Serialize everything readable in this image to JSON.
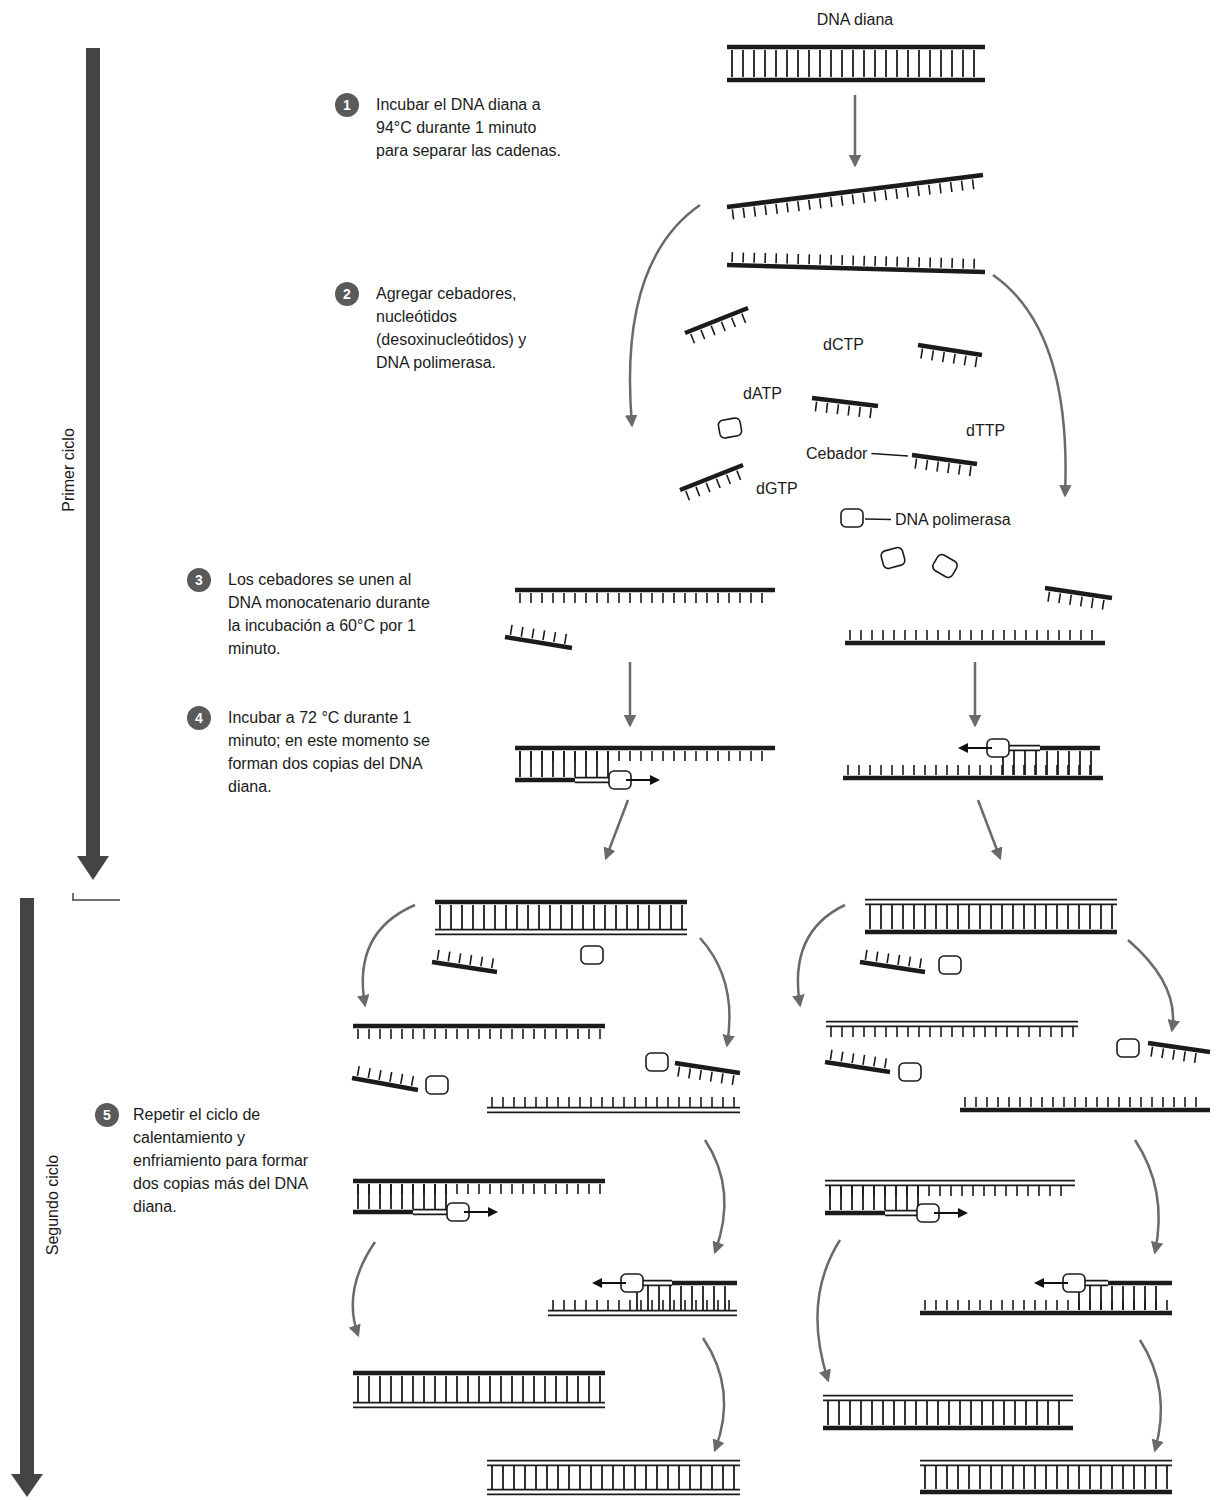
{
  "diagram": {
    "nodes": [
      {
        "text": [
          "1"
        ]
      },
      {
        "text": [
          "2"
        ]
      },
      {
        "text": [
          "3"
        ]
      },
      {
        "text": [
          "4"
        ]
      },
      {
        "text": [
          "5"
        ]
      }
    ],
    "edges": [],
    "labels": [
      "DNA diana",
      "Incubar el DNA diana a 94°C durante 1 minuto para separar las cadenas.",
      "Agregar cebadores, nucleótidos (desoxinucleótidos) y DNA polimerasa.",
      "dCTP",
      "dATP",
      "dTTP",
      "Cebador",
      "dGTP",
      "DNA polimerasa",
      "Los cebadores se unen al DNA monocatenario durante la incubación a 60°C por 1 minuto.",
      "Incubar a 72 °C durante 1 minuto; en este momento se forman dos copias del DNA diana.",
      "Repetir el ciclo de calentamiento y enfriamiento para formar dos copias más del DNA diana.",
      "Primer ciclo",
      "Segundo ciclo"
    ]
  }
}
